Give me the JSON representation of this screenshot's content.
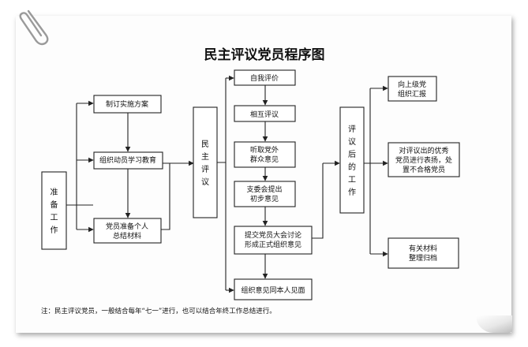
{
  "title": "民主评议党员程序图",
  "stages": {
    "prep": "准备工作",
    "review": "民主评议",
    "post": "评议后的工作"
  },
  "prep_steps": [
    "制订实施方案",
    "组织动员学习教育",
    "党员准备个人总结材料"
  ],
  "review_steps": [
    "自我评价",
    "相互评议",
    "听取党外群众意见",
    "支委会提出初步意见",
    "提交党员大会讨论形成正式组织意见",
    "组织意见同本人见面"
  ],
  "post_steps": [
    "向上级党组织汇报",
    "对评议出的优秀党员进行表扬，处置不合格党员",
    "有关材料整理归档"
  ],
  "note": "注：民主评议党员，一般结合每年“七一”进行，也可以结合年终工作总结进行。"
}
